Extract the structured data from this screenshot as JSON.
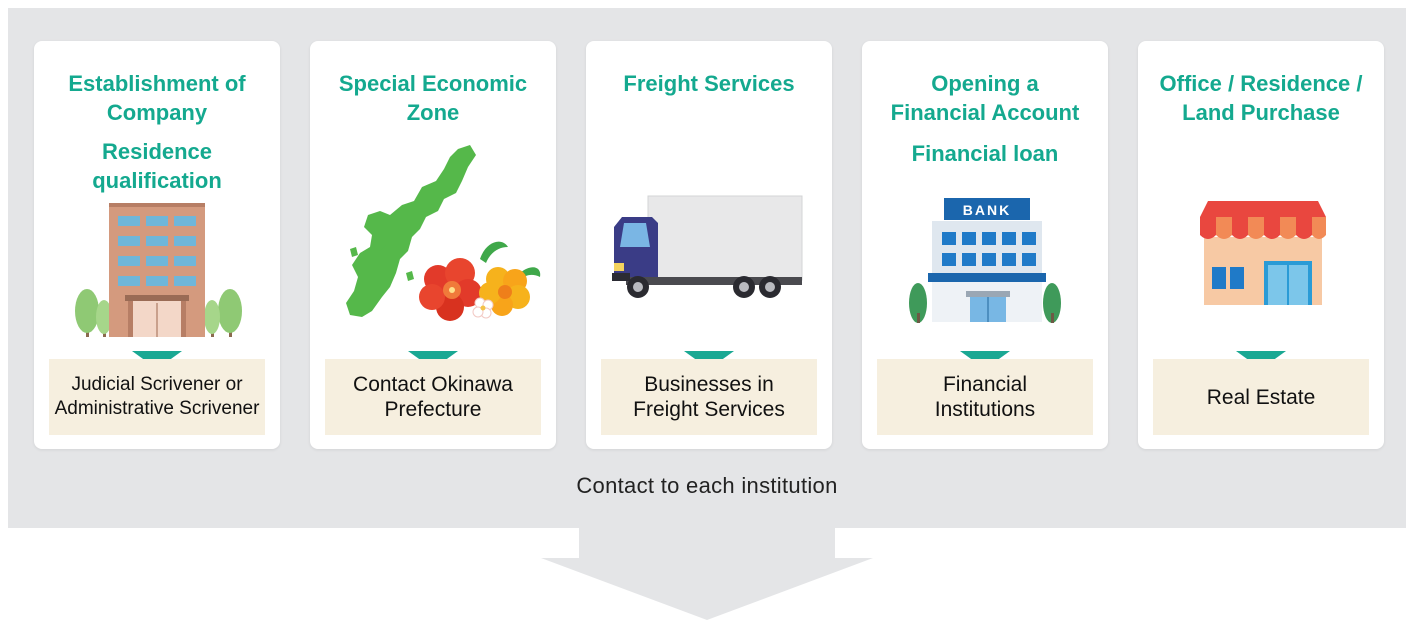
{
  "cards": [
    {
      "title": "Establishment of\nCompany",
      "subtitle": "Residence\nqualification",
      "illustration": "office-building-icon",
      "contact": "Judicial Scrivener or\nAdministrative Scrivener"
    },
    {
      "title": "Special Economic\nZone",
      "subtitle": "",
      "illustration": "okinawa-map-hibiscus-icon",
      "contact": "Contact Okinawa\nPrefecture"
    },
    {
      "title": "Freight Services",
      "subtitle": "",
      "illustration": "truck-icon",
      "contact": "Businesses in\nFreight Services"
    },
    {
      "title": "Opening a\nFinancial Account",
      "subtitle": "Financial loan",
      "illustration": "bank-building-icon",
      "bank_sign": "BANK",
      "contact": "Financial\nInstitutions"
    },
    {
      "title": "Office / Residence /\nLand Purchase",
      "subtitle": "",
      "illustration": "shop-storefront-icon",
      "contact": "Real Estate"
    }
  ],
  "footer": "Contact to each institution",
  "colors": {
    "title_green": "#14a98f",
    "pointer_green": "#1aa893",
    "contact_bg": "#f6efdf",
    "panel_bg": "#e4e5e7",
    "arrow_gray": "#e4e5e7"
  }
}
